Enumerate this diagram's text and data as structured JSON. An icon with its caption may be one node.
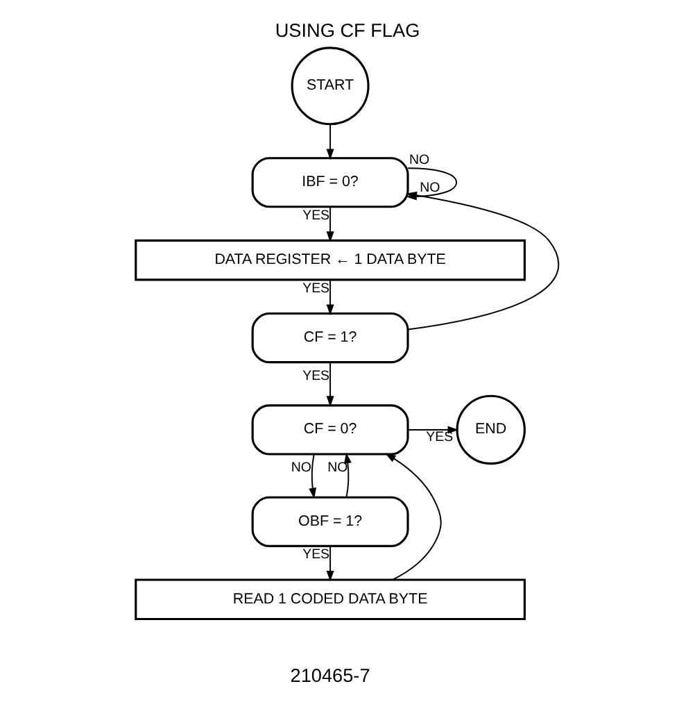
{
  "diagram": {
    "title": "USING CF FLAG",
    "nodes": [
      {
        "text": [
          "START"
        ]
      },
      {
        "text": [
          "IBF = 0?"
        ]
      },
      {
        "text": [
          "DATA REGISTER ← 1 DATA BYTE"
        ]
      },
      {
        "text": [
          "CF = 1?"
        ]
      },
      {
        "text": [
          "CF = 0?"
        ]
      },
      {
        "text": [
          "END"
        ]
      },
      {
        "text": [
          "OBF = 1?"
        ]
      },
      {
        "text": [
          "READ 1 CODED DATA BYTE"
        ]
      }
    ],
    "edges": [
      {
        "from": 0,
        "to": 1,
        "arrow": "to"
      },
      {
        "from": 1,
        "to": 1,
        "arrow": "to",
        "label": "NO"
      },
      {
        "from": 1,
        "to": 2,
        "arrow": "to",
        "label": "YES"
      },
      {
        "from": 2,
        "to": 3,
        "arrow": "to",
        "label": "YES"
      },
      {
        "from": 3,
        "to": 1,
        "arrow": "to",
        "label": "NO"
      },
      {
        "from": 3,
        "to": 4,
        "arrow": "to",
        "label": "YES"
      },
      {
        "from": 4,
        "to": 5,
        "arrow": "to",
        "label": "YES"
      },
      {
        "from": 4,
        "to": 6,
        "arrow": "to",
        "label": "NO"
      },
      {
        "from": 6,
        "to": 4,
        "arrow": "to",
        "label": "NO"
      },
      {
        "from": 6,
        "to": 7,
        "arrow": "to",
        "label": "YES"
      },
      {
        "from": 7,
        "to": 4,
        "arrow": "to"
      }
    ],
    "labels": [
      "210465-7"
    ]
  }
}
